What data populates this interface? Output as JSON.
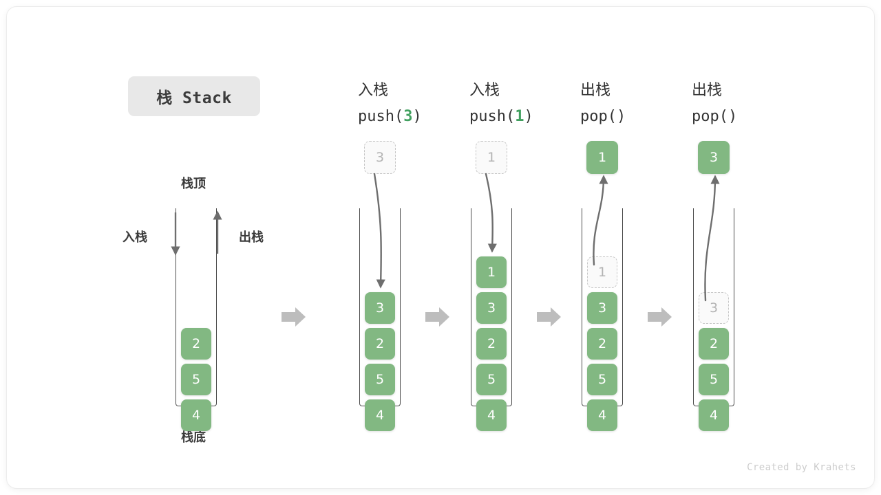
{
  "title_badge": "栈 Stack",
  "watermark": "Created by Krahets",
  "colors": {
    "element_green": "#82b882",
    "accent_green": "#41a05f",
    "ghost_fill": "#fafafa",
    "ghost_border": "#c6c6c6",
    "container_stroke": "#4b4b4b",
    "arrow_gray": "#bdbdbd",
    "curve_arrow": "#6e6e6e",
    "badge_bg": "#e8e8e8",
    "text_dark": "#333333"
  },
  "labels": {
    "stack_top": "栈顶",
    "stack_bottom": "栈底",
    "push_side": "入栈",
    "pop_side": "出栈"
  },
  "columns": [
    {
      "id": "initial",
      "header_cn": "",
      "header_code": "",
      "header_arg": "",
      "cells": [
        "2",
        "5",
        "4"
      ],
      "ghost_index": -1,
      "float_box": null
    },
    {
      "id": "push-3",
      "header_cn": "入栈",
      "header_code_pre": "push(",
      "header_arg": "3",
      "header_code_post": ")",
      "cells": [
        "3",
        "2",
        "5",
        "4"
      ],
      "ghost_index": -1,
      "float_box": {
        "value": "3",
        "style": "ghost",
        "arrow": "down"
      }
    },
    {
      "id": "push-1",
      "header_cn": "入栈",
      "header_code_pre": "push(",
      "header_arg": "1",
      "header_code_post": ")",
      "cells": [
        "1",
        "3",
        "2",
        "5",
        "4"
      ],
      "ghost_index": -1,
      "float_box": {
        "value": "1",
        "style": "ghost",
        "arrow": "down"
      }
    },
    {
      "id": "pop-1",
      "header_cn": "出栈",
      "header_code_pre": "pop(",
      "header_arg": "",
      "header_code_post": ")",
      "cells": [
        "1",
        "3",
        "2",
        "5",
        "4"
      ],
      "ghost_index": 0,
      "float_box": {
        "value": "1",
        "style": "solid",
        "arrow": "up"
      }
    },
    {
      "id": "pop-2",
      "header_cn": "出栈",
      "header_code_pre": "pop(",
      "header_arg": "",
      "header_code_post": ")",
      "cells": [
        "3",
        "2",
        "5",
        "4"
      ],
      "ghost_index": 0,
      "float_box": {
        "value": "3",
        "style": "solid",
        "arrow": "up"
      }
    }
  ],
  "step_arrows": 4
}
